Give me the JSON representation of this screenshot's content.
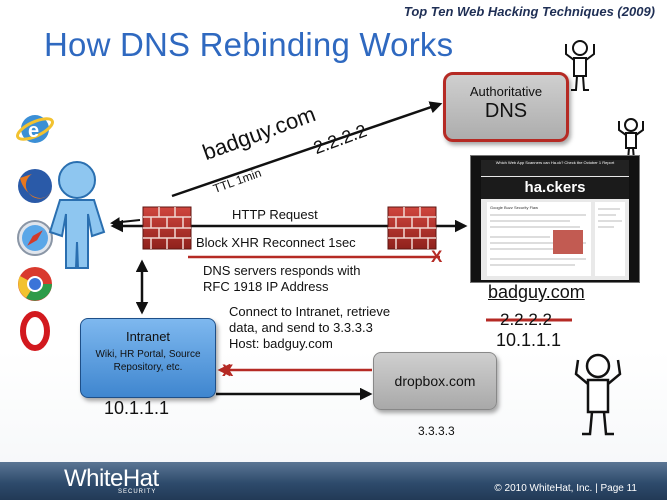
{
  "header": {
    "series_title": "Top Ten Web Hacking Techniques (2009)"
  },
  "slide": {
    "title": "How DNS Rebinding Works"
  },
  "nodes": {
    "auth_dns": {
      "line1": "Authoritative",
      "line2": "DNS"
    },
    "intranet": {
      "title": "Intranet",
      "desc_line1": "Wiki, HR Portal, Source",
      "desc_line2": "Repository, etc."
    },
    "dropbox": {
      "label": "dropbox.com"
    }
  },
  "labels": {
    "badguy": "badguy.com",
    "ip_badguy": "2.2.2.2",
    "ttl": "TTL 1min",
    "http_request": "HTTP Request",
    "block": "Block XHR Reconnect 1sec",
    "dns_response": "DNS servers responds with\nRFC 1918 IP Address",
    "connect": "Connect to Intranet, retrieve\ndata, and send to 3.3.3.3\nHost: badguy.com",
    "site_name": "badguy.com",
    "site_old_ip": "2.2.2.2",
    "site_new_ip": "10.1.1.1",
    "intranet_ip": "10.1.1.1",
    "dropbox_ip": "3.3.3.3",
    "x_mark": "X"
  },
  "screenshot": {
    "top_text": "Which Web App Scanners can Ha.ck? Check the October 1 Report",
    "logo": "ha.ckers",
    "post_title": "Google Buzz Security Flaw"
  },
  "footer": {
    "logo": "WhiteHat",
    "logo_sub": "SECURITY",
    "copyright": "© 2010 WhiteHat, Inc.  |  Page  11"
  },
  "icons": [
    "internet-explorer-icon",
    "firefox-icon",
    "safari-icon",
    "chrome-icon",
    "opera-icon",
    "user-figure-icon",
    "hacker-figure-icon",
    "firewall-icon"
  ],
  "colors": {
    "title": "#2f69c0",
    "accent_red": "#b52a24",
    "intranet_blue": "#5a9ee0",
    "footer": "#2e4b6c"
  }
}
